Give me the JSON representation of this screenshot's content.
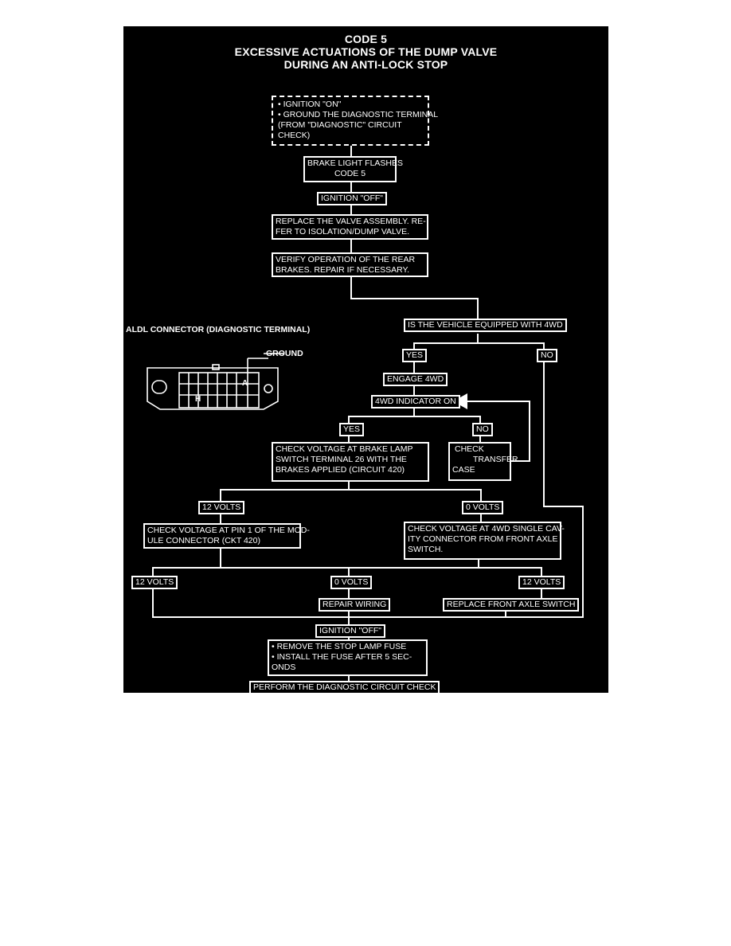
{
  "title": {
    "line1": "CODE 5",
    "line2": "EXCESSIVE ACTUATIONS OF THE DUMP VALVE",
    "line3": "DURING AN ANTI-LOCK STOP"
  },
  "start_box": {
    "line1": "• IGNITION \"ON\"",
    "line2": "• GROUND THE DIAGNOSTIC TERMINAL",
    "line3": "  (FROM \"DIAGNOSTIC\" CIRCUIT",
    "line4": "  CHECK)"
  },
  "brake_light": {
    "line1": "BRAKE LIGHT FLASHES",
    "line2": "CODE 5"
  },
  "ignition_off_1": "IGNITION \"OFF\"",
  "replace_valve": {
    "line1": "REPLACE THE VALVE ASSEMBLY. RE-",
    "line2": "FER TO ISOLATION/DUMP VALVE."
  },
  "verify_rear": {
    "line1": "VERIFY OPERATION OF THE REAR",
    "line2": "BRAKES. REPAIR IF NECESSARY."
  },
  "question_4wd": "IS THE VEHICLE EQUIPPED WITH 4WD",
  "yes_1": "YES",
  "no_1": "NO",
  "engage_4wd": "ENGAGE 4WD",
  "indicator_on": "4WD INDICATOR ON",
  "yes_2": "YES",
  "no_2": "NO",
  "check_voltage_brake": {
    "line1": "CHECK VOLTAGE AT BRAKE LAMP",
    "line2": "SWITCH TERMINAL 26 WITH THE",
    "line3": "BRAKES APPLIED (CIRCUIT 420)"
  },
  "check_transfer": {
    "line1": "CHECK",
    "line2": "TRANSFER",
    "line3": "CASE"
  },
  "twelve_volts_1": "12 VOLTS",
  "zero_volts_1": "0 VOLTS",
  "check_pin1": {
    "line1": "CHECK VOLTAGE AT PIN 1 OF THE MOD-",
    "line2": "ULE CONNECTOR (CKT 420)"
  },
  "check_4wd_cavity": {
    "line1": "CHECK VOLTAGE AT 4WD SINGLE CAV-",
    "line2": "ITY CONNECTOR FROM FRONT AXLE",
    "line3": "SWITCH."
  },
  "twelve_volts_2": "12 VOLTS",
  "zero_volts_2": "0 VOLTS",
  "twelve_volts_3": "12 VOLTS",
  "repair_wiring": "REPAIR WIRING",
  "replace_front_axle": "REPLACE FRONT AXLE SWITCH",
  "ignition_off_2": "IGNITION \"OFF\"",
  "remove_fuse": {
    "line1": "• REMOVE THE STOP LAMP FUSE",
    "line2": "• INSTALL THE FUSE AFTER 5 SEC-",
    "line3": "  ONDS"
  },
  "perform_check": "PERFORM THE DIAGNOSTIC CIRCUIT CHECK",
  "aldl": {
    "title": "ALDL CONNECTOR (DIAGNOSTIC TERMINAL)",
    "ground_label": "GROUND",
    "pin_a": "A",
    "pin_h": "H"
  }
}
